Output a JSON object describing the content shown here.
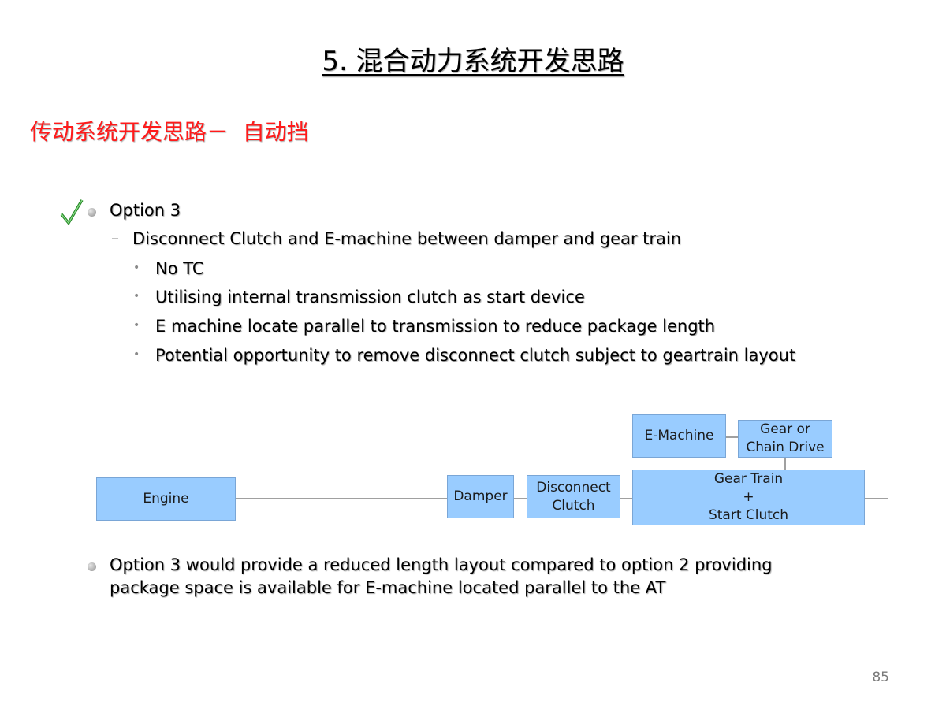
{
  "slide": {
    "title": "5. 混合动力系统开发思路",
    "subtitle": "传动系统开发思路－  自动挡",
    "check_icon": "checkmark-icon",
    "bullets": {
      "option": "Option 3",
      "sub": "Disconnect Clutch and E-machine between damper and gear train",
      "points": [
        "No TC",
        "Utilising internal transmission clutch as start device",
        "E machine locate parallel to transmission to reduce package length",
        "Potential opportunity to remove disconnect clutch subject to geartrain layout"
      ]
    },
    "diagram": {
      "engine": "Engine",
      "damper": "Damper",
      "disconnect_clutch": "Disconnect\nClutch",
      "e_machine": "E-Machine",
      "gear_chain": "Gear or\nChain Drive",
      "gear_train": "Gear Train\n+\nStart Clutch",
      "box_color": "#99ccff"
    },
    "conclusion": {
      "line1": "Option 3 would provide a reduced length layout compared to option 2 providing",
      "line2": "package space is available for E-machine located parallel to the AT"
    },
    "page_number": "85"
  }
}
